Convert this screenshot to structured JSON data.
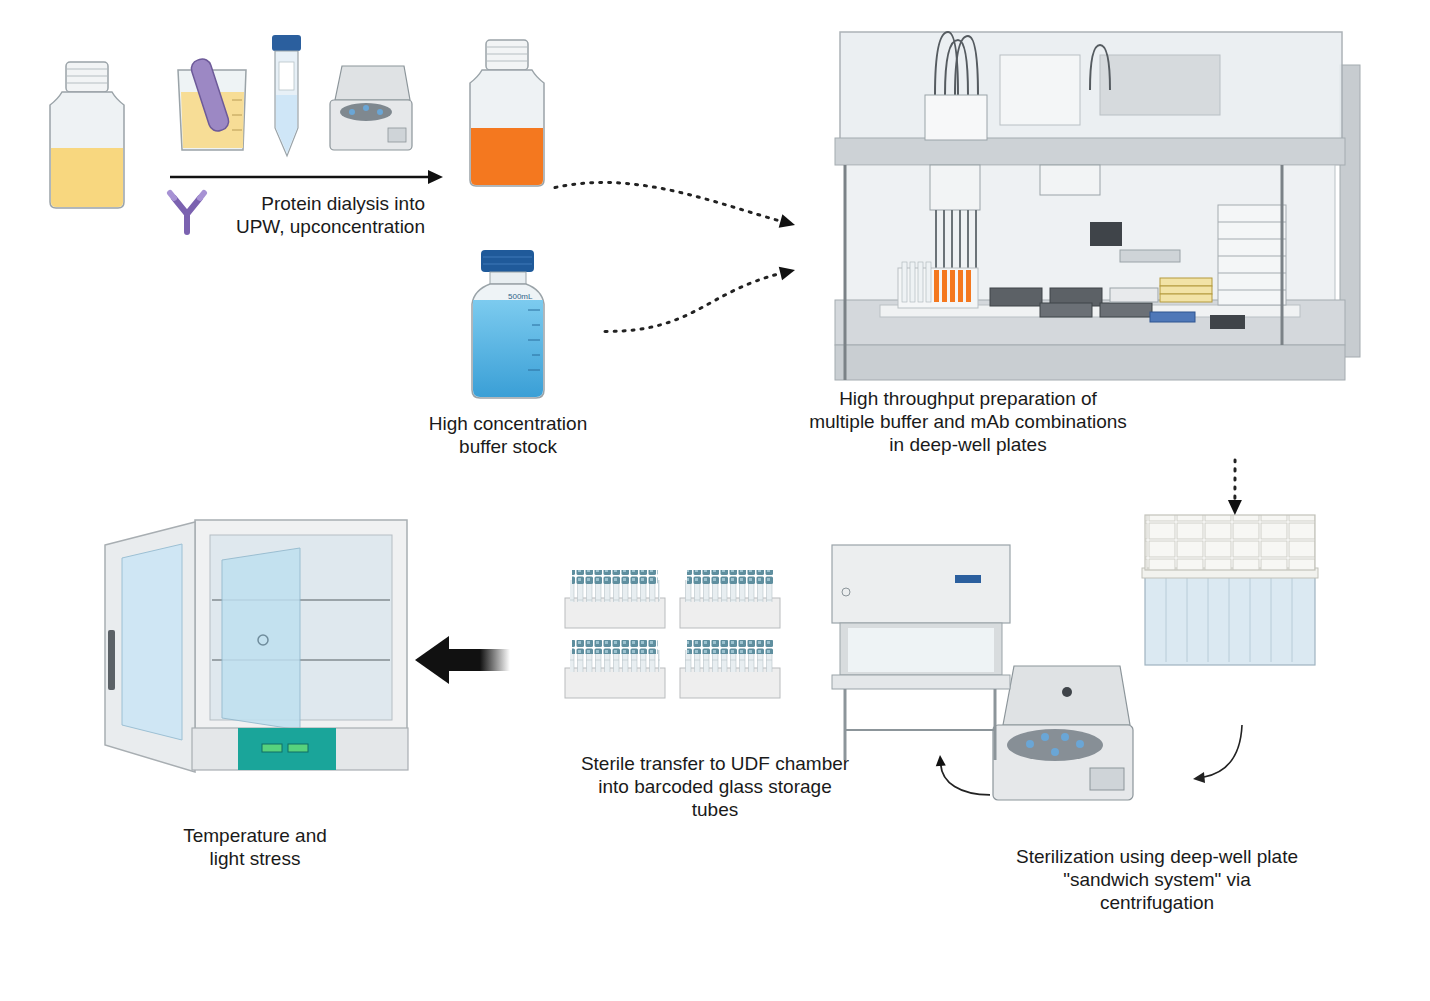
{
  "diagram": {
    "nodes": [
      {
        "text": [
          "Protein dialysis into UPW, upconcentration"
        ]
      },
      {
        "text": [
          "High concentration buffer stock"
        ]
      },
      {
        "text": [
          "High throughput preparation of multiple buffer and mAb combinations in deep-well plates"
        ]
      },
      {
        "text": [
          "Sterilization using deep-well plate \"sandwich system\" via centrifugation"
        ]
      },
      {
        "text": [
          "Sterile transfer to UDF chamber into barcoded glass storage tubes"
        ]
      },
      {
        "text": [
          "Temperature and light stress"
        ]
      }
    ],
    "edges": [
      {
        "from": 0,
        "to": 2,
        "arrow": "to"
      },
      {
        "from": 1,
        "to": 2,
        "arrow": "to"
      },
      {
        "from": 2,
        "to": 3,
        "arrow": "to"
      },
      {
        "from": 3,
        "to": 4,
        "arrow": "to"
      },
      {
        "from": 4,
        "to": 5,
        "arrow": "to"
      }
    ],
    "labels": [
      "500mL"
    ]
  }
}
